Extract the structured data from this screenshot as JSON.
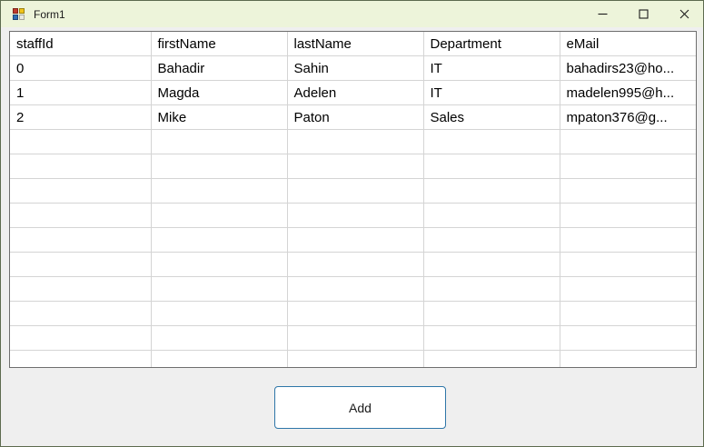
{
  "window": {
    "title": "Form1",
    "icon": "form-designer-icon",
    "titlebar_color": "#edf4da",
    "border_color": "#5d6b4f",
    "body_color": "#efefef",
    "controls": [
      {
        "name": "minimize",
        "glyph": "minimize-icon"
      },
      {
        "name": "maximize",
        "glyph": "maximize-icon"
      },
      {
        "name": "close",
        "glyph": "close-icon"
      }
    ]
  },
  "grid": {
    "columns": [
      "staffId",
      "firstName",
      "lastName",
      "Department",
      "eMail"
    ],
    "rows": [
      [
        "0",
        "Bahadir",
        "Sahin",
        "IT",
        "bahadirs23@ho..."
      ],
      [
        "1",
        "Magda",
        "Adelen",
        "IT",
        "madelen995@h..."
      ],
      [
        "2",
        "Mike",
        "Paton",
        "Sales",
        "mpaton376@g..."
      ]
    ],
    "empty_row_count": 10,
    "header_text_color": "#000000",
    "cell_text_color": "#000000",
    "gridline_color": "#d4d4d4",
    "border_color": "#6e6e6e",
    "background_color": "#ffffff"
  },
  "buttons": {
    "add_label": "Add",
    "add_border_color": "#2e76a8"
  }
}
